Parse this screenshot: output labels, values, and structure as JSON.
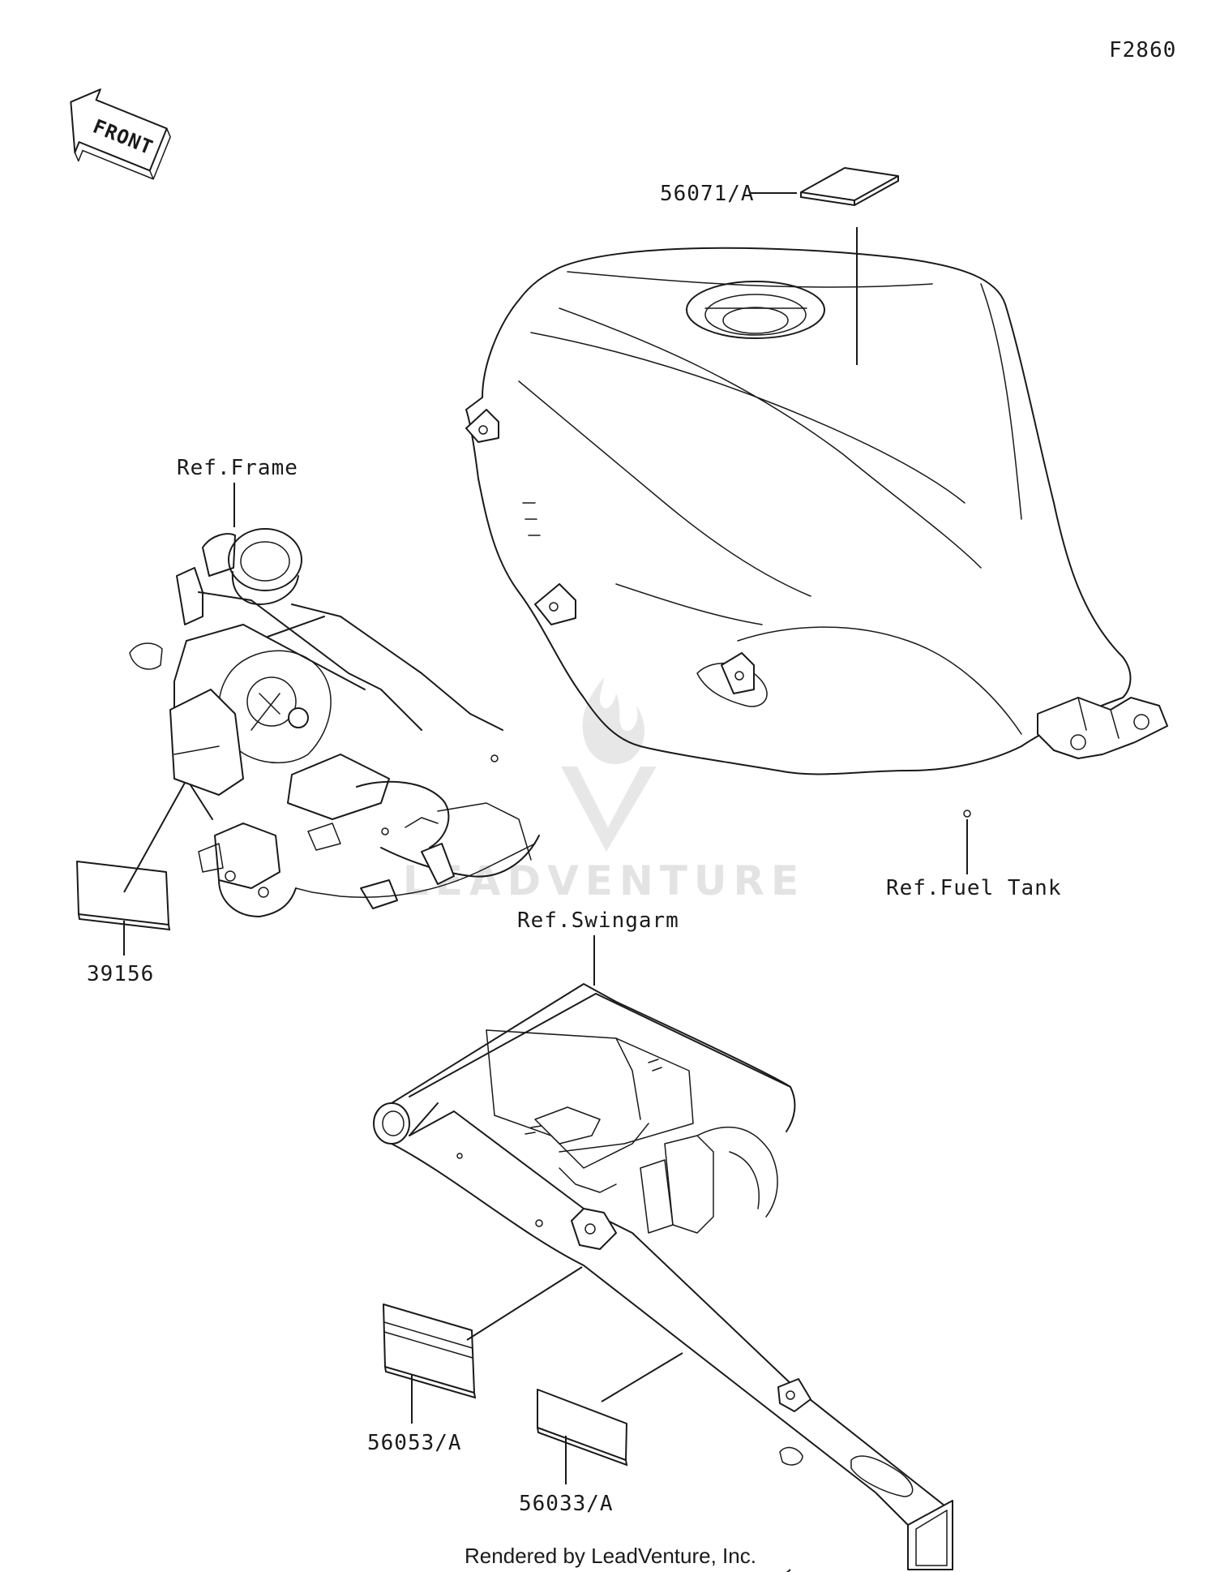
{
  "diagram_code": "F2860",
  "orientation_arrow": {
    "text": "FRONT",
    "icon": "front-arrow-icon"
  },
  "watermark": {
    "text": "LEADVENTURE",
    "icon": "leadventure-logo-icon"
  },
  "callouts": {
    "tank_label": "56071/A",
    "frame_ref": "Ref.Frame",
    "frame_label": "39156",
    "fuel_tank_ref": "Ref.Fuel Tank",
    "swingarm_ref": "Ref.Swingarm",
    "swingarm_label_1": "56053/A",
    "swingarm_label_2": "56033/A"
  },
  "footer": "Rendered by LeadVenture, Inc."
}
